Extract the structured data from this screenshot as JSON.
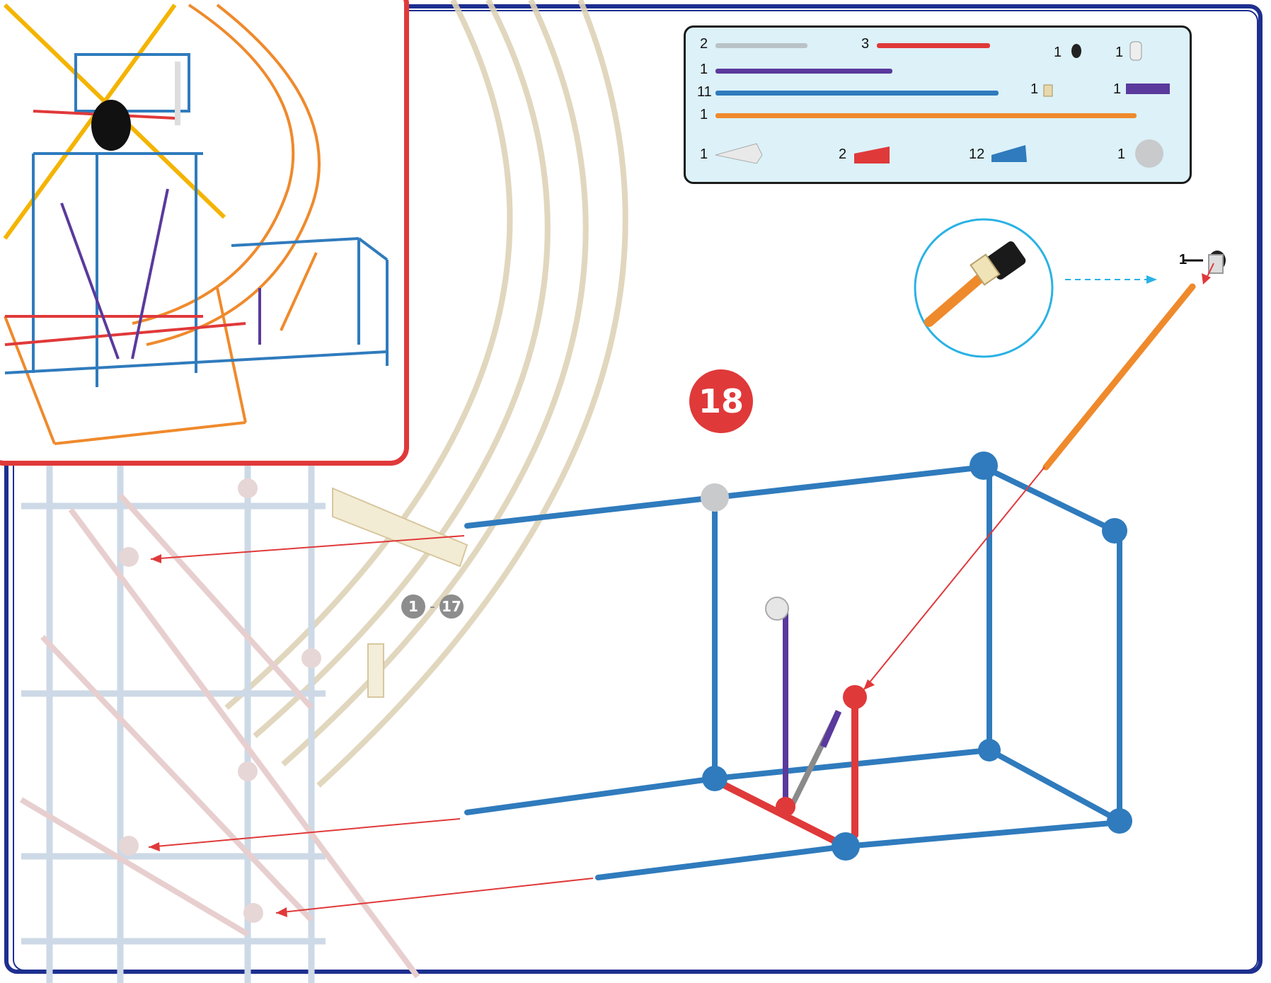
{
  "step": {
    "number": "18",
    "previous_from": "1",
    "previous_to": "17",
    "separator": "-"
  },
  "parts_list": [
    {
      "qty": "2",
      "part": "gray-rod"
    },
    {
      "qty": "3",
      "part": "red-rod"
    },
    {
      "qty": "1",
      "part": "black-cap"
    },
    {
      "qty": "1",
      "part": "white-spacer"
    },
    {
      "qty": "1",
      "part": "purple-rod"
    },
    {
      "qty": "11",
      "part": "blue-rod"
    },
    {
      "qty": "1",
      "part": "tan-clip"
    },
    {
      "qty": "1",
      "part": "purple-bar"
    },
    {
      "qty": "1",
      "part": "orange-rod"
    },
    {
      "qty": "1",
      "part": "white-connector"
    },
    {
      "qty": "2",
      "part": "red-connector"
    },
    {
      "qty": "12",
      "part": "blue-connector"
    },
    {
      "qty": "1",
      "part": "gray-connector"
    }
  ],
  "callout": {
    "qty": "1"
  },
  "colors": {
    "frame": "#1d2f8f",
    "step_badge": "#e0393a",
    "panel": "#dcf1f8",
    "blue_rod": "#2f7bbd",
    "red_rod": "#e0393a",
    "orange_rod": "#ef8a2c",
    "purple_rod": "#5a3a9c",
    "arrow": "#e0393a",
    "callout_ring": "#2ab2e4"
  }
}
